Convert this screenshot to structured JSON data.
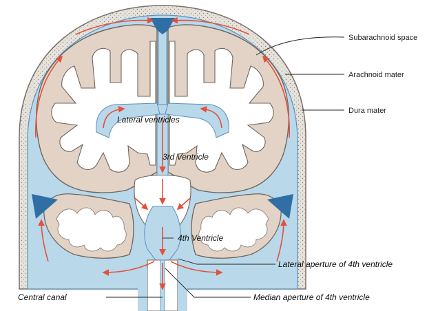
{
  "labels": {
    "subarachnoid_space": "Subarachnoid space",
    "arachnoid_mater": "Arachnoid mater",
    "dura_mater": "Dura mater",
    "lateral_ventricles": "Lateral ventricles",
    "third_ventricle": "3rd Ventricle",
    "fourth_ventricle": "4th Ventricle",
    "lateral_aperture": "Lateral aperture of 4th ventricle",
    "central_canal": "Central canal",
    "median_aperture": "Median aperture of 4th ventricle"
  },
  "colors": {
    "dura": "#d6d2cc",
    "csf": "#b9d8ea",
    "csf_dark": "#2f6fa6",
    "cortex": "#e2d3c6",
    "cortex_outline": "#6e655e",
    "white_matter": "#ffffff",
    "flow_arrows": "#e4503a"
  }
}
